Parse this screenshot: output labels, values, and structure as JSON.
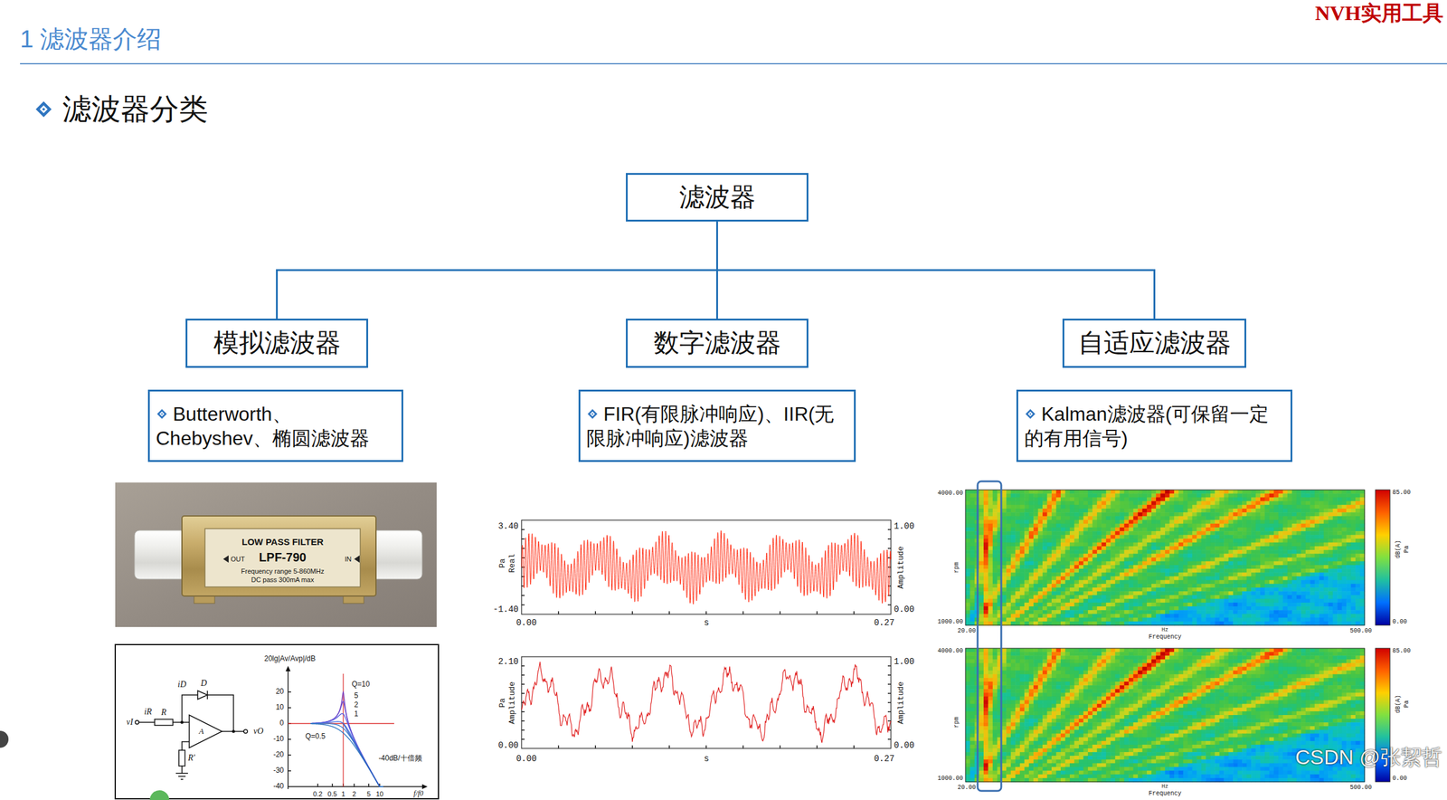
{
  "diagram": {
    "title": "1 滤波器介绍",
    "nodes": [
      {
        "text": [
          "滤波器"
        ]
      },
      {
        "text": [
          "模拟滤波器"
        ]
      },
      {
        "text": [
          "数字滤波器"
        ]
      },
      {
        "text": [
          "自适应滤波器"
        ]
      },
      {
        "text": [
          "Butterworth、Chebyshev、椭圆滤波器"
        ]
      },
      {
        "text": [
          "FIR(有限脉冲响应)、IIR(无限脉冲响应)滤波器"
        ]
      },
      {
        "text": [
          "Kalman滤波器(可保留一定的有用信号)"
        ]
      }
    ],
    "edges": [
      {
        "from": 0,
        "to": 1,
        "arrow": "none"
      },
      {
        "from": 0,
        "to": 2,
        "arrow": "none"
      },
      {
        "from": 0,
        "to": 3,
        "arrow": "none"
      }
    ],
    "labels": [
      "NVH实用工具",
      "滤波器分类",
      "LOW PASS FILTER",
      "LPF-790",
      "OUT",
      "IN",
      "Frequency range 5-860MHz",
      "DC pass 300mA max",
      "vI",
      "iR",
      "R",
      "iD",
      "D",
      "A",
      "vO",
      "R'",
      "20lg|Av/Avp|/dB",
      "20",
      "10",
      "0",
      "-10",
      "-20",
      "-30",
      "-40",
      "Q=10",
      "5",
      "2",
      "1",
      "Q=0.5",
      "-40dB/十倍频",
      "0.2",
      "0.5",
      "1",
      "2",
      "5",
      "10",
      "f/f0",
      "3.40",
      "-1.40",
      "0.00",
      "s",
      "0.27",
      "Pa",
      "Real",
      "1.00",
      "0.00",
      "Amplitude",
      "2.10",
      "0.00",
      "0.00",
      "s",
      "0.27",
      "Pa",
      "Amplitude",
      "1.00",
      "0.00",
      "Amplitude",
      "4000.00",
      "1000.00",
      "rpm",
      "20.00",
      "Hz",
      "Frequency",
      "500.00",
      "85.00",
      "0.00",
      "dB(A)",
      "Pa",
      "4000.00",
      "1000.00",
      "rpm",
      "20.00",
      "Hz",
      "Frequency",
      "500.00",
      "85.00",
      "0.00",
      "dB(A)",
      "Pa",
      "CSDN @张絜哲"
    ]
  }
}
